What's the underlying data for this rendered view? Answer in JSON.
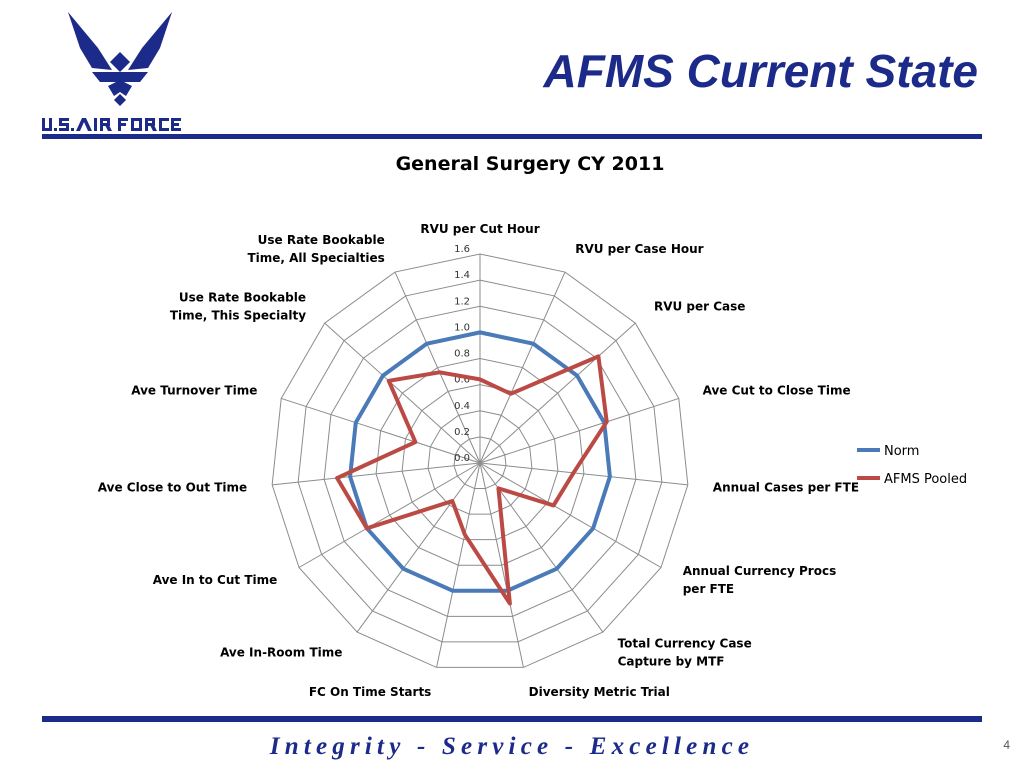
{
  "slide": {
    "title": "AFMS Current State",
    "motto": "Integrity - Service - Excellence",
    "page_number": "4",
    "logo_text": "U.S. AIR FORCE"
  },
  "colors": {
    "brand_blue": "#1c2a8a",
    "norm": "#4a7ab8",
    "afms": "#bc4a44",
    "grid": "#8c8c8c"
  },
  "chart_data": {
    "type": "radar",
    "title": "General Surgery CY 2011",
    "axes": [
      "RVU per Cut Hour",
      "RVU per Case Hour",
      "RVU per Case",
      "Ave Cut to Close Time",
      "Annual Cases per FTE",
      "Annual Currency Procs per FTE",
      "Total Currency Case Capture by MTF",
      "Diversity Metric Trial",
      "FC On Time Starts",
      "Ave In-Room Time",
      "Ave In to Cut Time",
      "Ave Close to Out Time",
      "Ave Turnover Time",
      "Use Rate Bookable Time, This Specialty",
      "Use Rate Bookable Time, All Specialties"
    ],
    "r_ticks": [
      "0.0",
      "0.2",
      "0.4",
      "0.6",
      "0.8",
      "1.0",
      "1.2",
      "1.4",
      "1.6"
    ],
    "rlim": [
      0,
      1.6
    ],
    "grid": true,
    "legend_position": "right",
    "series": [
      {
        "name": "Norm",
        "values": [
          1,
          1,
          1,
          1,
          1,
          1,
          1,
          1,
          1,
          1,
          1,
          1,
          1,
          1,
          1
        ]
      },
      {
        "name": "AFMS Pooled",
        "values": [
          0.64,
          0.58,
          1.22,
          1.02,
          0.72,
          0.65,
          0.24,
          1.1,
          0.56,
          0.36,
          1.0,
          1.1,
          0.52,
          0.94,
          0.76
        ]
      }
    ]
  }
}
